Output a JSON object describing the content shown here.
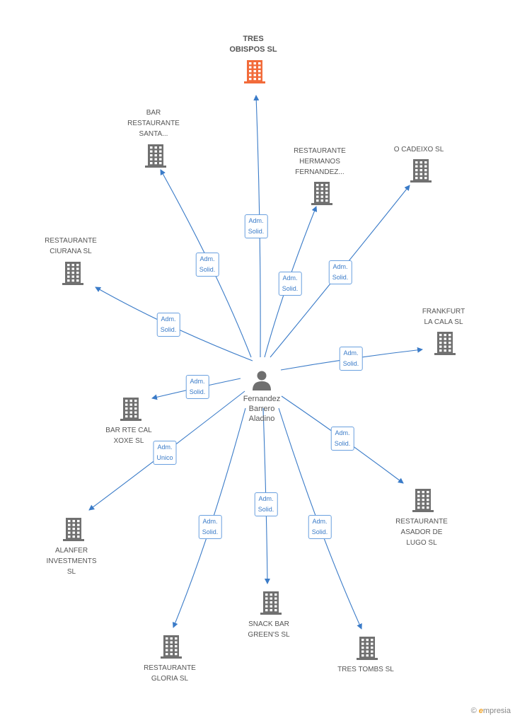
{
  "colors": {
    "edge": "#3a7bc8",
    "building": "#707070",
    "focus_building": "#f26b3a",
    "person": "#6f6f6f"
  },
  "center": {
    "name": "Fernandez\nBarrero\nAladino",
    "icon": "person-icon"
  },
  "companies": [
    {
      "id": "tres-obispos",
      "label": "TRES\nOBISPOS SL",
      "focus": true,
      "role": "Adm.\nSolid."
    },
    {
      "id": "bar-restaurante-santa",
      "label": "BAR\nRESTAURANTE\nSANTA...",
      "role": "Adm.\nSolid."
    },
    {
      "id": "restaurante-hermanos",
      "label": "RESTAURANTE\nHERMANOS\nFERNANDEZ...",
      "role": "Adm.\nSolid."
    },
    {
      "id": "o-cadeixo",
      "label": "O CADEIXO SL",
      "role": "Adm.\nSolid."
    },
    {
      "id": "restaurante-ciurana",
      "label": "RESTAURANTE\nCIURANA SL",
      "role": "Adm.\nSolid."
    },
    {
      "id": "frankfurt-la-cala",
      "label": "FRANKFURT\nLA CALA  SL",
      "role": "Adm.\nSolid."
    },
    {
      "id": "bar-rte-cal-xoxe",
      "label": "BAR RTE CAL\nXOXE  SL",
      "role": "Adm.\nSolid."
    },
    {
      "id": "alanfer-investments",
      "label": "ALANFER\nINVESTMENTS\nSL",
      "role": "Adm.\nUnico"
    },
    {
      "id": "restaurante-asador-lugo",
      "label": "RESTAURANTE\nASADOR DE\nLUGO SL",
      "role": "Adm.\nSolid."
    },
    {
      "id": "restaurante-gloria",
      "label": "RESTAURANTE\nGLORIA SL",
      "role": "Adm.\nSolid."
    },
    {
      "id": "snack-bar-greens",
      "label": "SNACK BAR\nGREEN'S  SL",
      "role": "Adm.\nSolid."
    },
    {
      "id": "tres-tombs",
      "label": "TRES TOMBS SL",
      "role": "Adm.\nSolid."
    }
  ],
  "brand": {
    "copyright": "©",
    "name": "mpresia",
    "initial": "e"
  }
}
